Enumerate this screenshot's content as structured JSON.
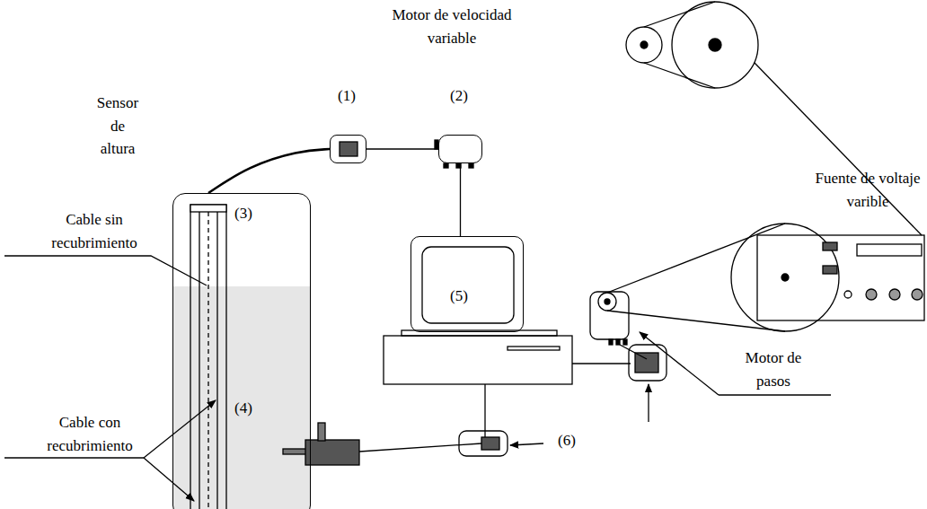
{
  "diagram": {
    "nodes": [
      {
        "text": [
          "(3)"
        ]
      },
      {
        "text": [
          "(1)"
        ]
      },
      {
        "text": [
          "(2)"
        ]
      },
      {
        "text": [
          "(5)"
        ]
      }
    ],
    "edges": [
      {
        "from": 0,
        "to": 1,
        "arrow": "none"
      },
      {
        "from": 1,
        "to": 2,
        "arrow": "none"
      },
      {
        "from": 2,
        "to": 3,
        "arrow": "none"
      }
    ],
    "labels": [
      "Motor de velocidad variable",
      "Sensor de altura",
      "Cable sin recubrimiento",
      "Cable con recubrimiento",
      "(4)",
      "(6)",
      "Fuente de voltaje varible",
      "Motor de pasos"
    ]
  }
}
